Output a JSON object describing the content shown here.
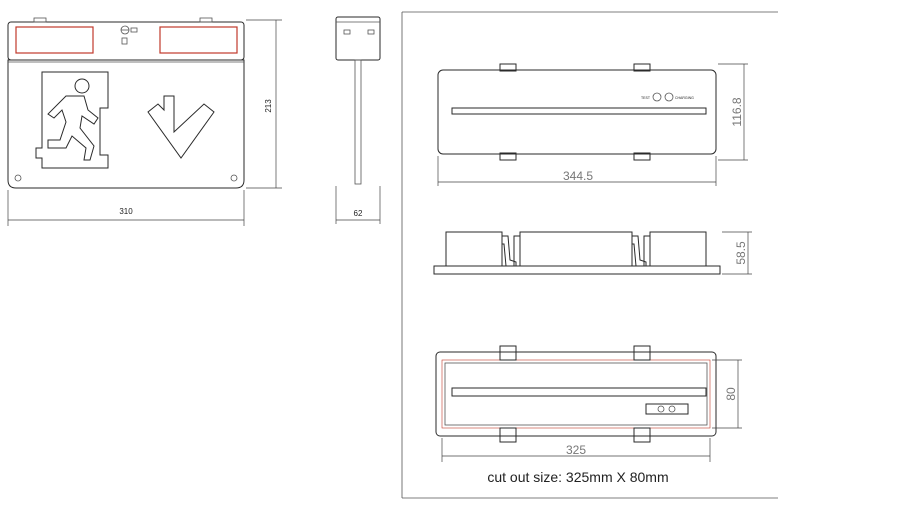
{
  "front_view": {
    "width_label": "310",
    "height_label": "213"
  },
  "side_view": {
    "depth_label": "62"
  },
  "top_view": {
    "width_label": "344.5",
    "height_label": "116.8",
    "test_label": "TEST",
    "charging_label": "CHARGING"
  },
  "profile_view": {
    "height_label": "58.5"
  },
  "cutout_view": {
    "width_label": "325",
    "height_label": "80",
    "caption": "cut out size: 325mm X 80mm"
  },
  "colors": {
    "panel_red": "#c0392b",
    "line": "#2a2a2a"
  }
}
